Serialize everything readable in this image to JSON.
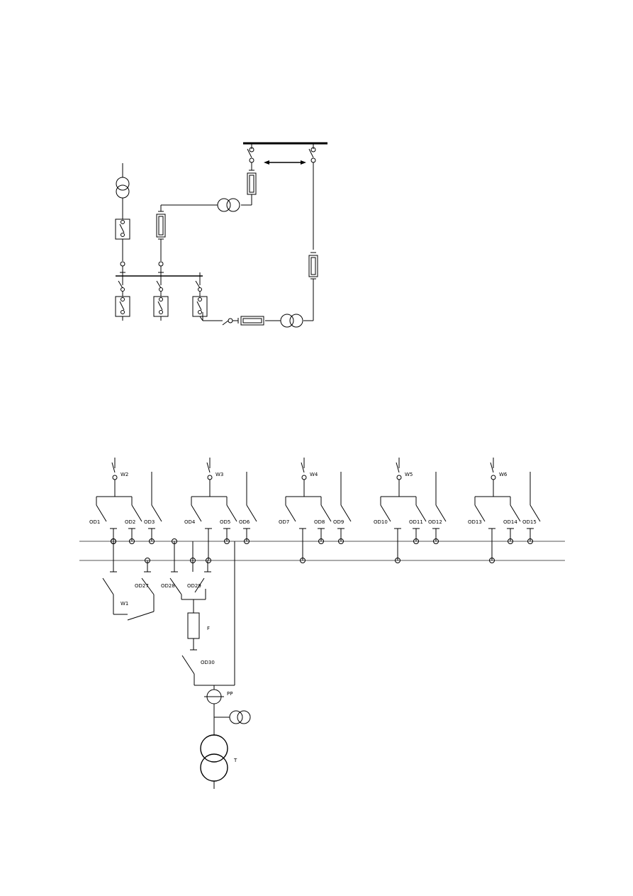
{
  "diagram_top": {
    "description_free": true
  },
  "diagram_bottom": {
    "feeders": [
      {
        "switch": "W2",
        "d1": "OD1",
        "d2": "OD2",
        "d3": "OD3"
      },
      {
        "switch": "W3",
        "d1": "OD4",
        "d2": "OD5",
        "d3": "OD6"
      },
      {
        "switch": "W4",
        "d1": "OD7",
        "d2": "OD8",
        "d3": "OD9"
      },
      {
        "switch": "W5",
        "d1": "OD10",
        "d2": "OD11",
        "d3": "OD12"
      },
      {
        "switch": "W6",
        "d1": "OD13",
        "d2": "OD14",
        "d3": "OD15"
      }
    ],
    "coupler": {
      "breaker": "W1",
      "d1": "OD27",
      "d2": "OD28",
      "d3": "OD29"
    },
    "fuse_label": "F",
    "disconnector_label": "OD30",
    "ct_label": "PP",
    "transformer_label": "T"
  },
  "colors": {
    "line": "#000000",
    "background": "#ffffff"
  }
}
